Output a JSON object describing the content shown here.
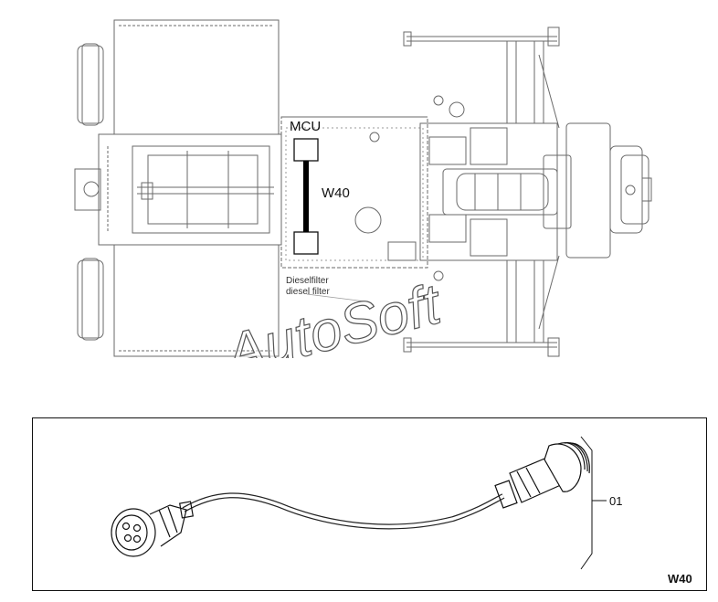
{
  "labels": {
    "mcu": "MCU",
    "harness": "W40",
    "diesel_filter_de": "Dieselfilter",
    "diesel_filter_en": "diesel filter",
    "callout": "01",
    "part_code": "W40"
  },
  "watermark": {
    "text": "AutoSoft"
  },
  "colors": {
    "line": "#555555",
    "ink": "#111111",
    "harness": "#000000"
  }
}
